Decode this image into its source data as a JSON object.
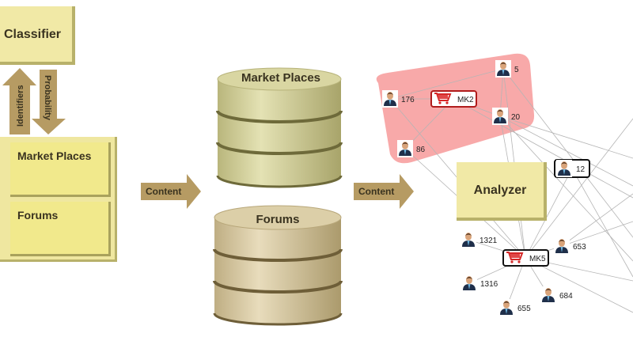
{
  "classifier": {
    "label": "Classifier"
  },
  "arrows": {
    "identifiers": "Identifiers",
    "probability": "Probability",
    "content_left": "Content",
    "content_right": "Content"
  },
  "sources_box": {
    "market_places": "Market Places",
    "forums": "Forums"
  },
  "databases": {
    "market_places": "Market Places",
    "forums": "Forums"
  },
  "analyzer": {
    "label": "Analyzer"
  },
  "graph": {
    "highlight_color": "#f7a0a0",
    "nodes": {
      "u5": "5",
      "u176": "176",
      "mk2": "MK2",
      "u20": "20",
      "u86": "86",
      "u12": "12",
      "u1321": "1321",
      "mk5": "MK5",
      "u653": "653",
      "u1316": "1316",
      "u684": "684",
      "u655": "655"
    }
  }
}
